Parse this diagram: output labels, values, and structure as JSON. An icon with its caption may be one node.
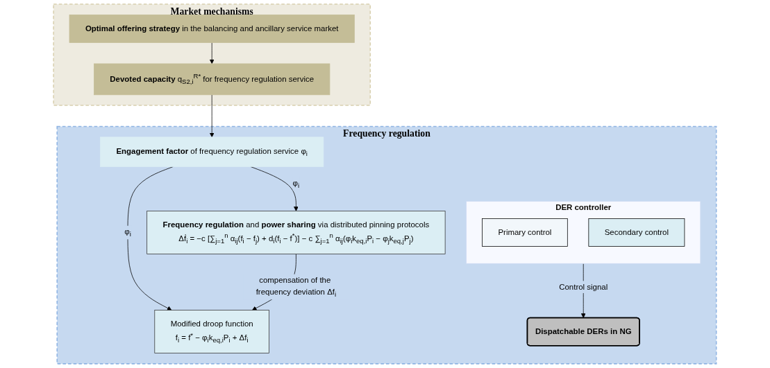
{
  "diagram": {
    "nodes": [
      {
        "text": [
          "Market mechanisms"
        ]
      },
      {
        "text": [
          "**Optimal offering strategy** in the balancing and ancillary service market"
        ],
        "in": 0
      },
      {
        "text": [
          "**Devoted capacity** q$_{S2,i}$$^{R*}$ for frequency regulation service"
        ],
        "in": 0
      },
      {
        "text": [
          "Frequency regulation"
        ]
      },
      {
        "text": [
          "**Engagement factor** of frequency regulation service φ$_{i}$"
        ],
        "in": 3
      },
      {
        "text": [
          "Modified droop function",
          "f$_{i}$ = f$^{*}$ − φ$_{i}$k$_{eq,i}$P$_{i}$ + Δf$_{i}$"
        ],
        "in": 3
      },
      {
        "text": [
          "**Frequency regulation** and **power sharing** via distributed pinning protocols",
          "Δḟ$_{i}$ = −c [∑$_{j=1}$$^{n}$ α$_{ij}$(f$_{i}$ − f$_{j}$) + d$_{i}$(f$_{i}$ − f$^{*}$)] − c ∑$_{j=1}$$^{n}$ α$_{ij}$(φ$_{i}$k$_{eq,i}$P$_{i}$ − φ$_{j}$k$_{eq,j}$P$_{j}$)"
        ],
        "in": 3
      },
      {
        "text": [
          "DER controller"
        ],
        "in": 3
      },
      {
        "text": [
          "Primary control"
        ],
        "in": 7
      },
      {
        "text": [
          "Secondary control"
        ],
        "in": 7
      },
      {
        "text": [
          "Dispatchable DERs in NG"
        ],
        "in": 3
      }
    ],
    "edges": [
      {
        "from": 1,
        "to": 2,
        "arrow": "to"
      },
      {
        "from": 2,
        "to": 4,
        "arrow": "to"
      },
      {
        "from": 4,
        "to": 5,
        "arrow": "to",
        "label": "φ$_{i}$"
      },
      {
        "from": 4,
        "to": 6,
        "arrow": "to",
        "label": "φ$_{i}$"
      },
      {
        "from": 6,
        "to": 5,
        "arrow": "to",
        "label": "compensation of the frequency deviation Δf$_{i}$"
      },
      {
        "from": 7,
        "to": 10,
        "arrow": "to",
        "label": "Control signal"
      }
    ]
  }
}
